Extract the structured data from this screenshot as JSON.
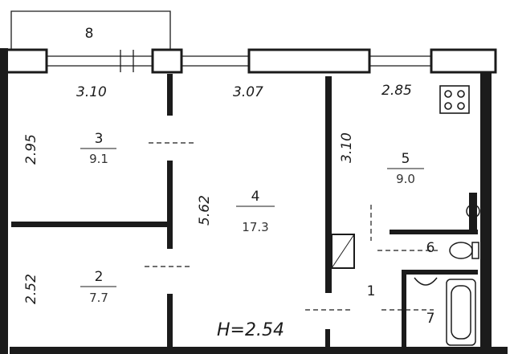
{
  "plan": {
    "height_label": "H=2.54",
    "dimensions": {
      "room3_width": "3.10",
      "room4_width": "3.07",
      "room5_width": "2.85",
      "room3_depth": "2.95",
      "room4_depth": "5.62",
      "room5_depth": "3.10",
      "room2_depth": "2.52"
    },
    "rooms": [
      {
        "id": "balcony",
        "number": "8",
        "area": ""
      },
      {
        "id": "room3",
        "number": "3",
        "area": "9.1"
      },
      {
        "id": "room4",
        "number": "4",
        "area": "17.3"
      },
      {
        "id": "kitchen",
        "number": "5",
        "area": "9.0"
      },
      {
        "id": "room2",
        "number": "2",
        "area": "7.7"
      },
      {
        "id": "hall",
        "number": "1",
        "area": ""
      },
      {
        "id": "wc",
        "number": "6",
        "area": ""
      },
      {
        "id": "bath",
        "number": "7",
        "area": ""
      }
    ],
    "colors": {
      "ink": "#1b1b1b",
      "paper": "#ffffff"
    }
  }
}
